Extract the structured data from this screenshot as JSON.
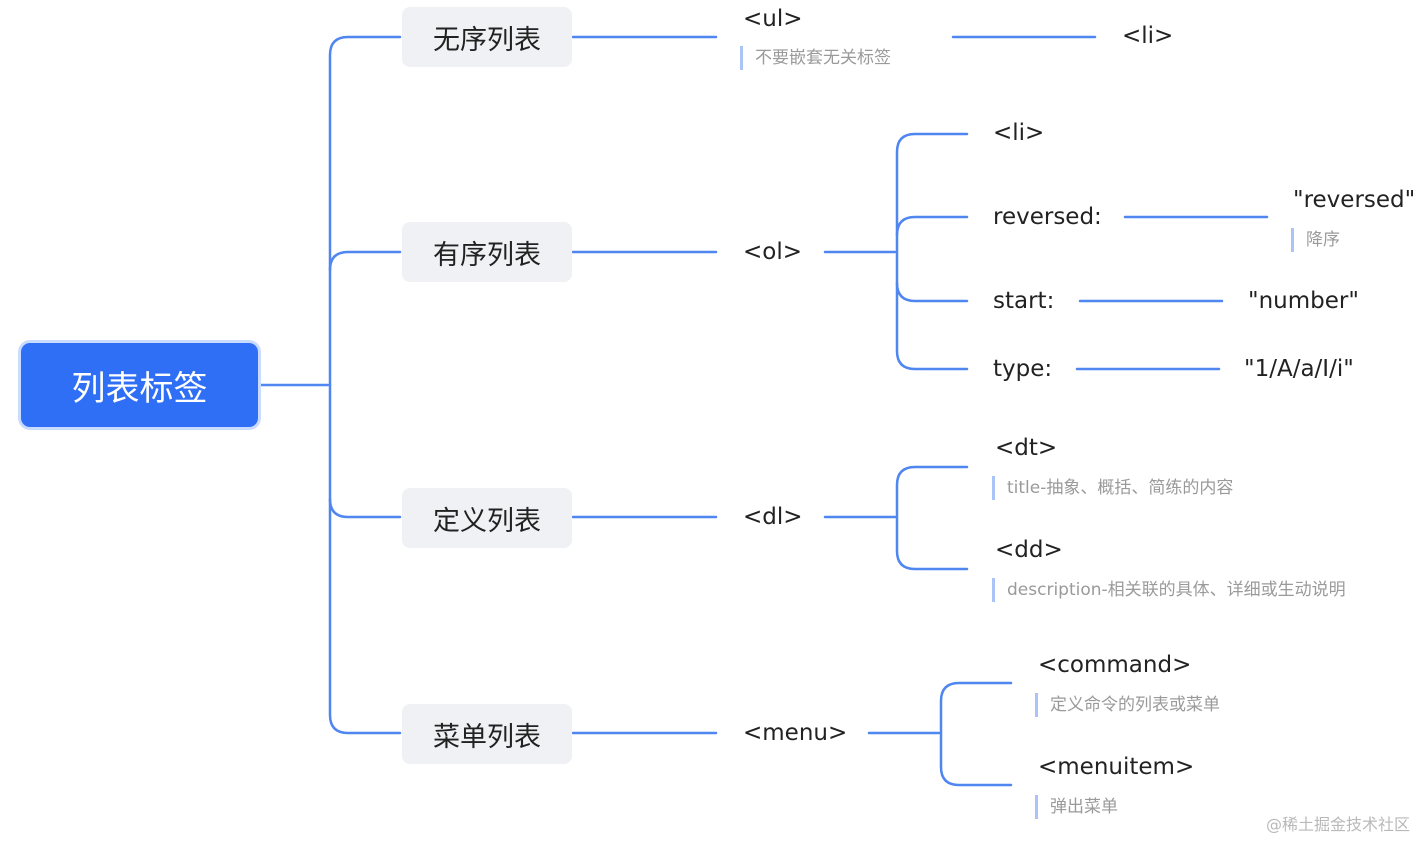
{
  "root": "列表标签",
  "categories": {
    "unordered": "无序列表",
    "ordered": "有序列表",
    "definition": "定义列表",
    "menu": "菜单列表"
  },
  "ul": {
    "tag": "<ul>",
    "note": "不要嵌套无关标签",
    "child": "<li>"
  },
  "ol": {
    "tag": "<ol>",
    "li": "<li>",
    "reversed_label": "reversed:",
    "reversed_value": "\"reversed\"",
    "reversed_note": "降序",
    "start_label": "start:",
    "start_value": "\"number\"",
    "type_label": "type:",
    "type_value": "\"1/A/a/I/i\""
  },
  "dl": {
    "tag": "<dl>",
    "dt": "<dt>",
    "dt_note": "title-抽象、概括、简练的内容",
    "dd": "<dd>",
    "dd_note": "description-相关联的具体、详细或生动说明"
  },
  "menu": {
    "tag": "<menu>",
    "command": "<command>",
    "command_note": "定义命令的列表或菜单",
    "menuitem": "<menuitem>",
    "menuitem_note": "弹出菜单"
  },
  "watermark": "@稀土掘金技术社区",
  "colors": {
    "root_bg": "#2f6ff5",
    "line": "#4f86f0",
    "category_bg": "#eff1f4",
    "note_bar": "#aac4f7"
  }
}
